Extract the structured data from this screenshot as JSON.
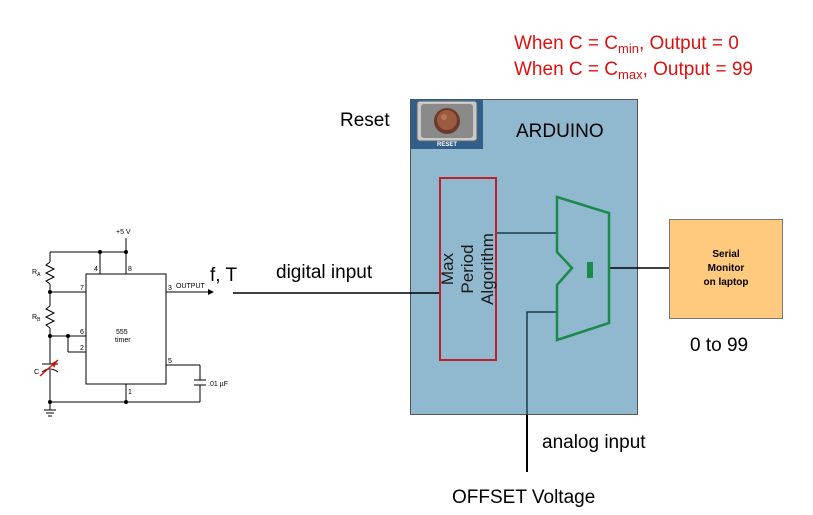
{
  "conditions": {
    "line1": {
      "prefix": "When C = C",
      "sub": "min",
      "suffix": ", Output = 0"
    },
    "line2": {
      "prefix": "When C = C",
      "sub": "max",
      "suffix": ", Output = 99"
    }
  },
  "reset_label": "Reset",
  "reset_button_text": "RESET",
  "arduino_label": "ARDUINO",
  "algorithm_label": "Max Period\nAlgorithm",
  "serial_label": "Serial\nMonitor\non laptop",
  "output_range": "0 to 99",
  "digital_input_label": "digital input",
  "analog_input_label": "analog input",
  "offset_label": "OFFSET Voltage",
  "signal_label": "f, T",
  "circuit": {
    "vcc": "+5 V",
    "ra": "R",
    "ra_sub": "A",
    "rb": "R",
    "rb_sub": "B",
    "cap": "C",
    "chip_name": "555",
    "chip_sub": "timer",
    "output": "OUTPUT",
    "cap_value": ".01 µF",
    "pins": {
      "p4": "4",
      "p8": "8",
      "p7": "7",
      "p3": "3",
      "p6": "6",
      "p2": "2",
      "p5": "5",
      "p1": "1"
    }
  },
  "colors": {
    "arduino_bg": "#90b9cf",
    "serial_bg": "#ffc97e",
    "algo_border": "#c0202a",
    "mux": "#1a8a4a",
    "condition_text": "#dd1111"
  }
}
